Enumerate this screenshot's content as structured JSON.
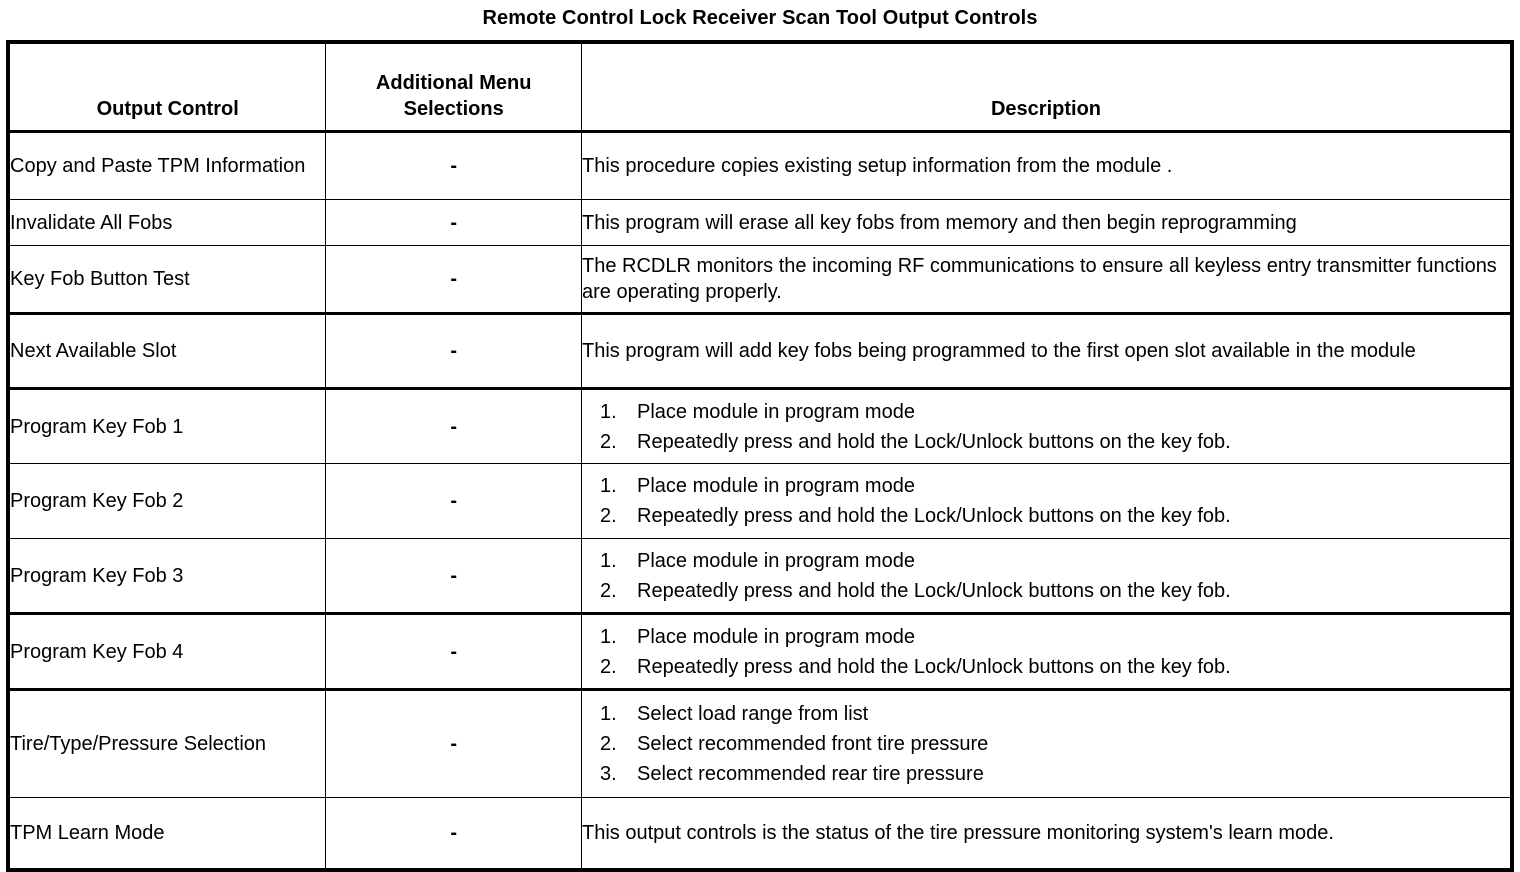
{
  "document": {
    "title": "Remote Control Lock Receiver Scan Tool Output Controls"
  },
  "table": {
    "headers": {
      "output_control": "Output Control",
      "additional_menu_line1": "Additional Menu",
      "additional_menu_line2": "Selections",
      "description": "Description"
    },
    "rows": [
      {
        "output_control": "Copy and Paste TPM Information",
        "additional_menu": "-",
        "description_paragraph": "This procedure copies existing setup information from the module .",
        "description_steps": []
      },
      {
        "output_control": "Invalidate All Fobs",
        "additional_menu": "-",
        "description_paragraph": "This program will erase all key fobs from memory and then begin reprogramming",
        "description_steps": []
      },
      {
        "output_control": "Key Fob Button Test",
        "additional_menu": "-",
        "description_paragraph": "The RCDLR monitors the incoming RF communications to ensure all keyless entry transmitter functions are operating properly.",
        "description_steps": []
      },
      {
        "output_control": "Next Available Slot",
        "additional_menu": "-",
        "description_paragraph": "This program will add key fobs being programmed to the first open slot available in the module",
        "description_steps": []
      },
      {
        "output_control": "Program Key Fob 1",
        "additional_menu": "-",
        "description_paragraph": "",
        "description_steps": [
          {
            "num": "1.",
            "text": "Place module in program mode"
          },
          {
            "num": "2.",
            "text": "Repeatedly press and hold the Lock/Unlock buttons on the key fob."
          }
        ]
      },
      {
        "output_control": "Program Key Fob 2",
        "additional_menu": "-",
        "description_paragraph": "",
        "description_steps": [
          {
            "num": "1.",
            "text": "Place module in program mode"
          },
          {
            "num": "2.",
            "text": "Repeatedly press and hold the Lock/Unlock buttons on the key fob."
          }
        ]
      },
      {
        "output_control": "Program Key Fob 3",
        "additional_menu": "-",
        "description_paragraph": "",
        "description_steps": [
          {
            "num": "1.",
            "text": "Place module in program mode"
          },
          {
            "num": "2.",
            "text": "Repeatedly press and hold the Lock/Unlock buttons on the key fob."
          }
        ]
      },
      {
        "output_control": "Program Key Fob 4",
        "additional_menu": "-",
        "description_paragraph": "",
        "description_steps": [
          {
            "num": "1.",
            "text": "Place module in program mode"
          },
          {
            "num": "2.",
            "text": "Repeatedly press and hold the Lock/Unlock buttons on the key fob."
          }
        ]
      },
      {
        "output_control": "Tire/Type/Pressure Selection",
        "additional_menu": "-",
        "description_paragraph": "",
        "description_steps": [
          {
            "num": "1.",
            "text": "Select load range from list"
          },
          {
            "num": "2.",
            "text": "Select recommended front tire pressure"
          },
          {
            "num": "3.",
            "text": "Select recommended rear tire pressure"
          }
        ]
      },
      {
        "output_control": "TPM Learn Mode",
        "additional_menu": "-",
        "description_paragraph": "This output controls is the status of the tire pressure monitoring system's learn mode.",
        "description_steps": []
      }
    ]
  },
  "colors": {
    "text": "#000000",
    "border": "#000000",
    "background": "#ffffff"
  }
}
